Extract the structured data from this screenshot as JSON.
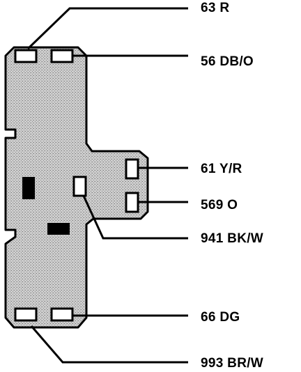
{
  "connector": {
    "fill_color": "#c9c9c9",
    "outline_color": "#000000",
    "background": "#ffffff",
    "pins": [
      {
        "label": "63 R"
      },
      {
        "label": "56 DB/O"
      },
      {
        "label": "61 Y/R"
      },
      {
        "label": "569 O"
      },
      {
        "label": "941 BK/W"
      },
      {
        "label": "66 DG"
      },
      {
        "label": "993 BR/W"
      }
    ]
  }
}
